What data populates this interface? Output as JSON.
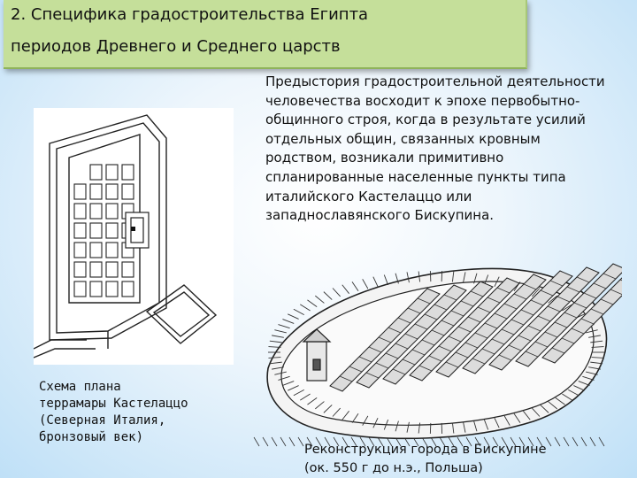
{
  "title": {
    "line1": "2. Специфика градостроительства Египта",
    "line2": "периодов Древнего и Среднего царств"
  },
  "intro": {
    "lines": [
      "Предыстория градостроительной деятельности",
      "человечества восходит к эпохе первобытно-",
      "общинного строя, когда в результате усилий",
      "отдельных общин, связанных кровным",
      "родством, возникали примитивно",
      "спланированные населенные пункты типа",
      "италийского Кастелаццо или",
      "западнославянского Бискупина."
    ]
  },
  "figure_left": {
    "caption_lines": [
      "Схема плана",
      "террамары Кастелаццо",
      "(Северная Италия,",
      "бронзовый век)"
    ]
  },
  "figure_right": {
    "caption_lines": [
      "Реконструкция города в Бискупине",
      "(ок. 550 г до н.э., Польша)"
    ]
  }
}
